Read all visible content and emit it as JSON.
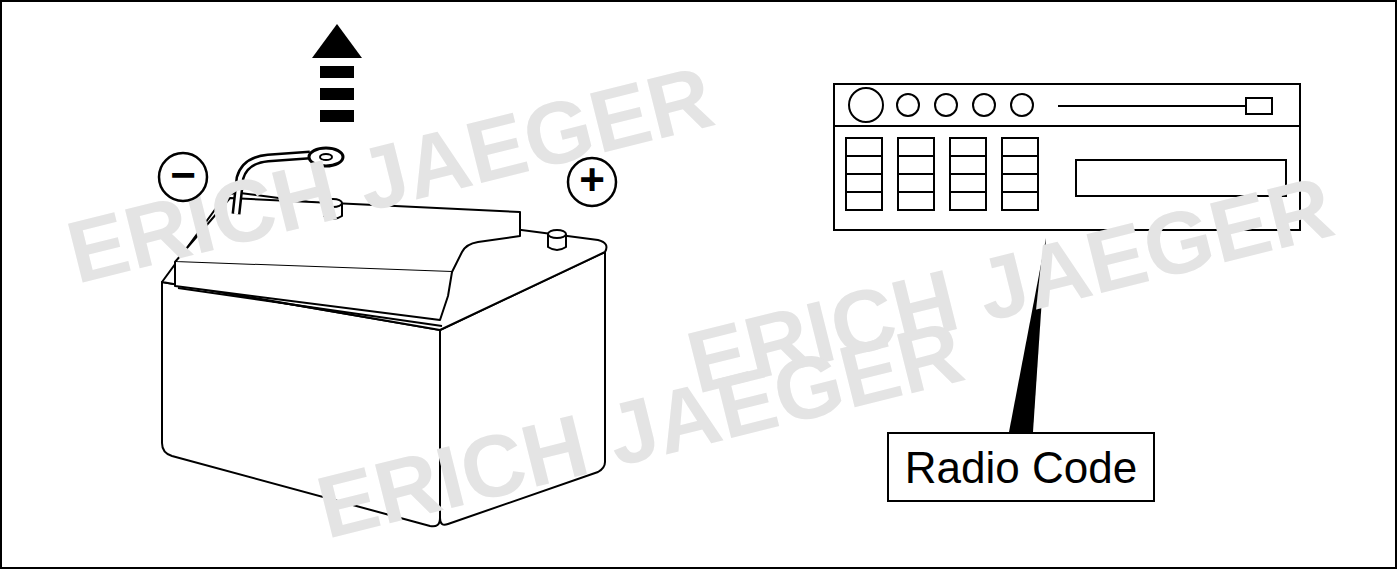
{
  "diagram": {
    "nodes": [
      {
        "text": [
          "−"
        ]
      },
      {
        "text": [
          "+"
        ]
      },
      {
        "text": [
          "Radio Code"
        ]
      }
    ],
    "labels": [
      "ERICH JAEGER",
      "ERICH JAEGER",
      "ERICH JAEGER"
    ]
  }
}
